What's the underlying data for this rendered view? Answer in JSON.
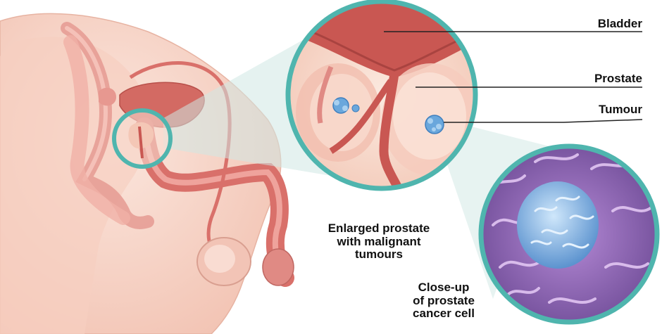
{
  "labels": {
    "bladder": "Bladder",
    "prostate": "Prostate",
    "tumour": "Tumour"
  },
  "captions": {
    "enlarged": [
      "Enlarged prostate",
      "with malignant",
      "tumours"
    ],
    "closeup": [
      "Close-up",
      "of prostate",
      "cancer cell"
    ]
  },
  "colors": {
    "ring": "#4fb5ae",
    "skin": "#f7d3c6",
    "organ": "#c95752",
    "tumour": "#6aa7dc",
    "cell_bg": "#8a5fb0"
  }
}
